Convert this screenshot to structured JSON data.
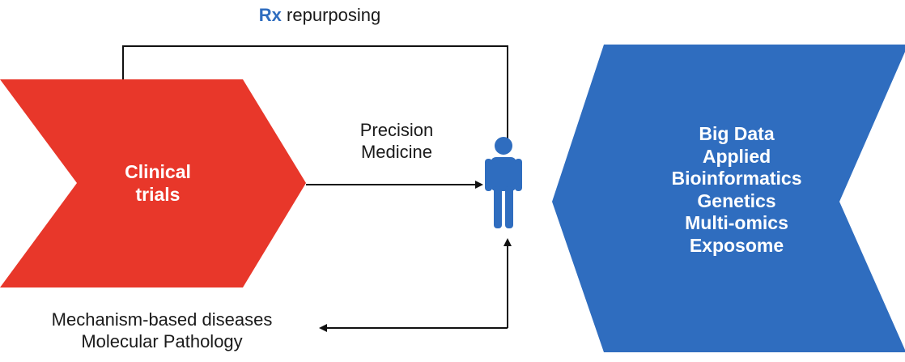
{
  "top_label": {
    "rx": "Rx",
    "text": "repurposing"
  },
  "precision_medicine": {
    "line1": "Precision",
    "line2": "Medicine"
  },
  "bottom_label": {
    "line1": "Mechanism-based diseases",
    "line2": "Molecular Pathology"
  },
  "clinical_trials": {
    "line1": "Clinical",
    "line2": "trials"
  },
  "big_data_panel": {
    "items": [
      "Big Data",
      "Applied",
      "Bioinformatics",
      "Genetics",
      "Multi-omics",
      "Exposome"
    ]
  },
  "colors": {
    "red_chevron": "#e8372a",
    "blue_chevron": "#2f6dbf",
    "person": "#2f6dbf",
    "rx_text": "#2f6dbf",
    "lines": "#111111"
  },
  "icons": {
    "person": "person-icon"
  }
}
